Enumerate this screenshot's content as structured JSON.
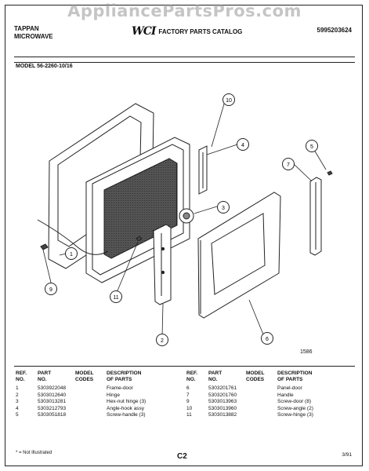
{
  "watermark": "AppliancePartsPros.com",
  "header": {
    "brand_line1": "TAPPAN",
    "brand_line2": "MICROWAVE",
    "logo": "WCI",
    "catalog_title": "FACTORY PARTS CATALOG",
    "catalog_number": "5995203624"
  },
  "model": "MODEL 56-2260-10/16",
  "callouts": [
    "10",
    "4",
    "5",
    "7",
    "3",
    "1",
    "9",
    "11",
    "2",
    "6"
  ],
  "diagram_code": "1586",
  "columns": {
    "ref": "REF.\nNO.",
    "part": "PART\nNO.",
    "model": "MODEL\nCODES",
    "desc": "DESCRIPTION\nOF PARTS"
  },
  "parts_left": [
    {
      "ref": "1",
      "part": "5303922048",
      "desc": "Frame-door"
    },
    {
      "ref": "2",
      "part": "5303012640",
      "desc": "Hinge"
    },
    {
      "ref": "3",
      "part": "5303013281",
      "desc": "Hex-nut hinge (3)"
    },
    {
      "ref": "4",
      "part": "5303212793",
      "desc": "Angle-hook assy"
    },
    {
      "ref": "5",
      "part": "5303051818",
      "desc": "Screw-handle (3)"
    }
  ],
  "parts_right": [
    {
      "ref": "6",
      "part": "5303201761",
      "desc": "Panel-door"
    },
    {
      "ref": "7",
      "part": "5303201760",
      "desc": "Handle"
    },
    {
      "ref": "9",
      "part": "5303013963",
      "desc": "Screw-door (8)"
    },
    {
      "ref": "10",
      "part": "5303013960",
      "desc": "Screw-angle (2)"
    },
    {
      "ref": "11",
      "part": "5303013882",
      "desc": "Screw-hinge (3)"
    }
  ],
  "footer": {
    "note": "* = Not Illustrated",
    "page": "C2",
    "date": "3/91"
  }
}
